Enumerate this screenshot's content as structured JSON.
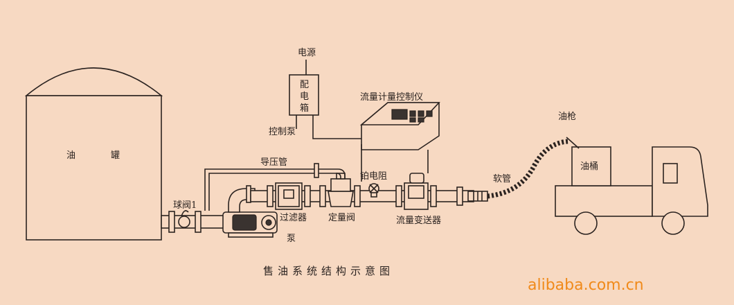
{
  "labels": {
    "tank": "油",
    "tank2": "罐",
    "ball_valve": "球阀1",
    "filter": "过滤器",
    "pump": "泵",
    "pressure_pipe": "导压管",
    "metering_valve": "定量阀",
    "pt_resistor": "铂电阻",
    "flow_transmitter": "流量变送器",
    "hose": "软管",
    "power": "电源",
    "dist_box_1": "配",
    "dist_box_2": "电",
    "dist_box_3": "箱",
    "control_pump": "控制泵",
    "controller": "流量计量控制仪",
    "nozzle": "油枪",
    "oil_drum": "油桶"
  },
  "caption": "售油系统结构示意图",
  "watermark": "alibaba.com.cn",
  "colors": {
    "background": "#f7d9c2",
    "ink": "#2b2320",
    "watermark": "#f08a1a"
  }
}
